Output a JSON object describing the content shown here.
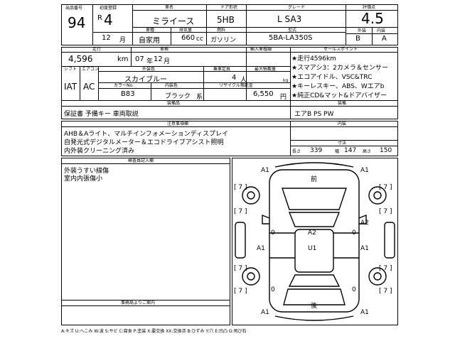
{
  "header": {
    "lot_label": "出品番号",
    "lot": "94",
    "year_label": "初度登録",
    "era": "R",
    "year": "4",
    "month": "12",
    "month_unit": "月",
    "model_label": "車名",
    "model": "ミライース",
    "usage_label": "車種",
    "usage": "自家用",
    "door_label": "ドア形状",
    "door": "5HB",
    "disp_label": "排気量",
    "disp": "660",
    "disp_unit": "cc",
    "fuel_label": "燃料",
    "fuel": "ガソリン",
    "grade_label": "グレード",
    "grade": "L SA3",
    "type_label": "型式",
    "type": "5BA-LA350S",
    "score_label": "評価点",
    "score": "4.5",
    "ext_label": "外装",
    "int_label": "内装",
    "ext": "B",
    "int": "A"
  },
  "row2": {
    "km_label": "走行",
    "km": "4,596",
    "km_unit": "km",
    "inspect_label": "車検",
    "inspect_year": "07",
    "inspect_year_unit": "年",
    "inspect_month": "12",
    "inspect_month_unit": "月",
    "nature_label": "輸入車種類",
    "shift_label": "シフト",
    "ac_label": "エアコン",
    "shift": "IAT",
    "ac": "AC",
    "color_label": "外装色",
    "color": "スカイブルー",
    "capacity_label": "乗車定員",
    "capacity": "4",
    "capacity_unit": "人",
    "load_label": "最大積載量",
    "load_unit": "kg",
    "colorno_label": "カラーNo.",
    "colorno": "B83",
    "int_color_label": "内装色",
    "int_color": "ブラック",
    "int_color_unit": "系",
    "recycle_label": "リサイクル預託金",
    "recycle": "6,550",
    "recycle_unit": "円",
    "equip_label": "装備品",
    "equip": "保証書 予備キー 車両取説",
    "options_label": "装備",
    "options": "エアB PS PW"
  },
  "sales": {
    "label": "セールスポイント",
    "points": [
      "★走行4596km",
      "★スマアシ3：2カメラ＆センサー",
      "★エコアイドル、VSC&TRC",
      "★キーレスキー、ABS、Wエアb",
      "★純正CD&マット&ドアバイザー"
    ]
  },
  "notes": {
    "label": "注意事項欄",
    "lines": [
      "AHB＆Aライト、マルチインフォメーションディスプレイ",
      "自発光式デジタルメーター＆エコドライブアシスト照明",
      "内外装クリーニング済み"
    ]
  },
  "interior": {
    "label": "内装",
    "dims_label": "寸法",
    "len_label": "長さ",
    "len": "339",
    "width_label": "幅",
    "width": "147",
    "height_label": "高さ",
    "height": "150"
  },
  "inspector": {
    "label": "検査員記入欄",
    "lines": [
      "外装うすい線傷",
      "室内内張傷小"
    ]
  },
  "office": {
    "label": "事務局よりご案内"
  },
  "diagram": {
    "marks": [
      "A1",
      "A1",
      "A2",
      "A2",
      "A1",
      "U1",
      "A1",
      "A1",
      "A1"
    ],
    "brackets": [
      "[ 7 ]",
      "[ 7 ]",
      "[ 7 ]",
      "[ 7 ]",
      "[ 7 ]",
      "[ 7 ]",
      "[ 7 ]",
      "[ 7 ]"
    ],
    "zeros": [
      "0",
      "0",
      "0",
      "0"
    ],
    "front_label": "前",
    "rear_label": "後"
  },
  "legend": "A:キズ U:へこみ W:波 S:サビ C:腐食 P:塗装 X:要交換 XX:交換済 B:ひずみ Y:穴 E:凹凸 G:飛び石"
}
